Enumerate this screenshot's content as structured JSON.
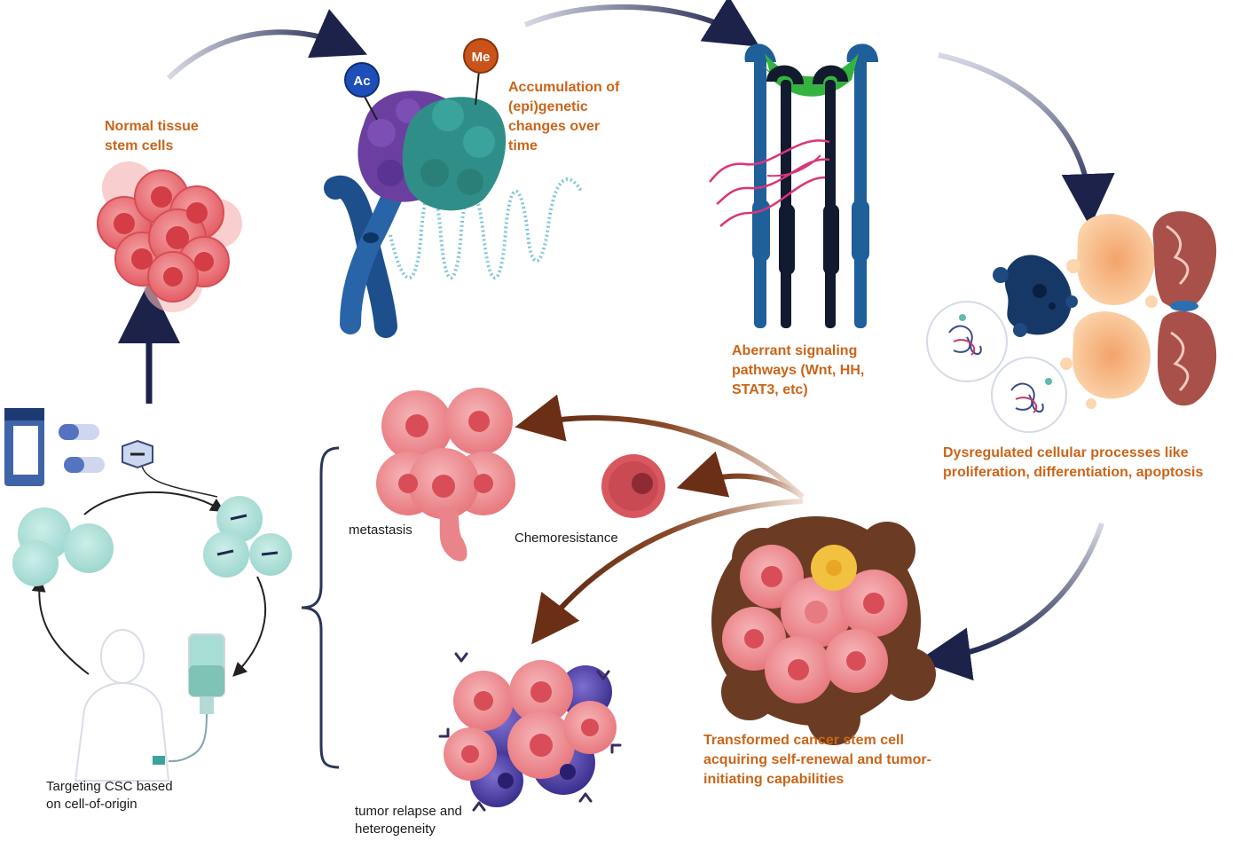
{
  "labels": {
    "normal_tissue": "Normal tissue\nstem cells",
    "accumulation": "Accumulation of\n(epi)genetic\nchanges over\ntime",
    "aberrant": "Aberrant signaling\npathways (Wnt, HH,\nSTAT3, etc)",
    "dysregulated": "Dysregulated cellular processes like\nproliferation, differentiation, apoptosis",
    "transformed": "Transformed cancer stem cell\nacquiring self-renewal and tumor-\ninitiating capabilities",
    "metastasis": "metastasis",
    "chemoresistance": "Chemoresistance",
    "tumor_relapse": "tumor relapse and\nheterogeneity",
    "targeting": "Targeting CSC based\non cell-of-origin"
  },
  "marks": {
    "ac": "Ac",
    "me": "Me"
  },
  "colors": {
    "label_orange": "#c9651a",
    "arrow_navy": "#1c2249",
    "arrow_brown": "#6b2f16",
    "stem_cell_red": "#e8656c",
    "histone_purple": "#6a3fa0",
    "histone_teal": "#2f8f88",
    "chromosome_blue": "#1d4f8c",
    "receptor_blue": "#1f5f9a",
    "receptor_green": "#2fa13a",
    "cell_cyan": "#a7ddd5",
    "tumor_pink": "#e9848a",
    "tumor_brown": "#6b3b23",
    "tumor_purple": "#4b3fa2",
    "yellow_cell": "#f2c13f"
  }
}
